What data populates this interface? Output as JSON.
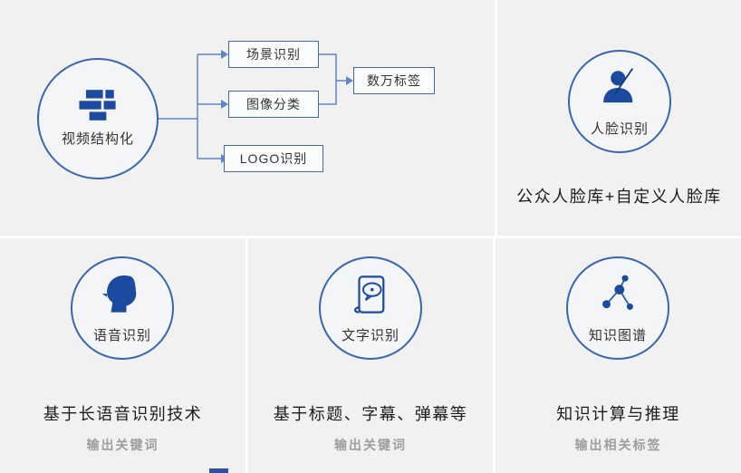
{
  "colors": {
    "accent_blue": "#1c4a9e",
    "circle_border": "#3a66b1",
    "connector_blue": "#5f85c8",
    "panel_bg": "#f1f1f2",
    "caption_text": "#1d1d1d",
    "muted_text": "#9e9e9e"
  },
  "video_structuring": {
    "circle_label": "视频结构化",
    "branches": [
      "场景识别",
      "图像分类",
      "LOGO识别"
    ],
    "result": "数万标签"
  },
  "face_recognition": {
    "circle_label": "人脸识别",
    "caption": "公众人脸库+自定义人脸库"
  },
  "speech_recognition": {
    "circle_label": "语音识别",
    "caption": "基于长语音识别技术",
    "sub_caption": "输出关键词"
  },
  "text_recognition": {
    "circle_label": "文字识别",
    "caption": "基于标题、字幕、弹幕等",
    "sub_caption": "输出关键词"
  },
  "knowledge_graph": {
    "circle_label": "知识图谱",
    "caption": "知识计算与推理",
    "sub_caption": "输出相关标签"
  }
}
